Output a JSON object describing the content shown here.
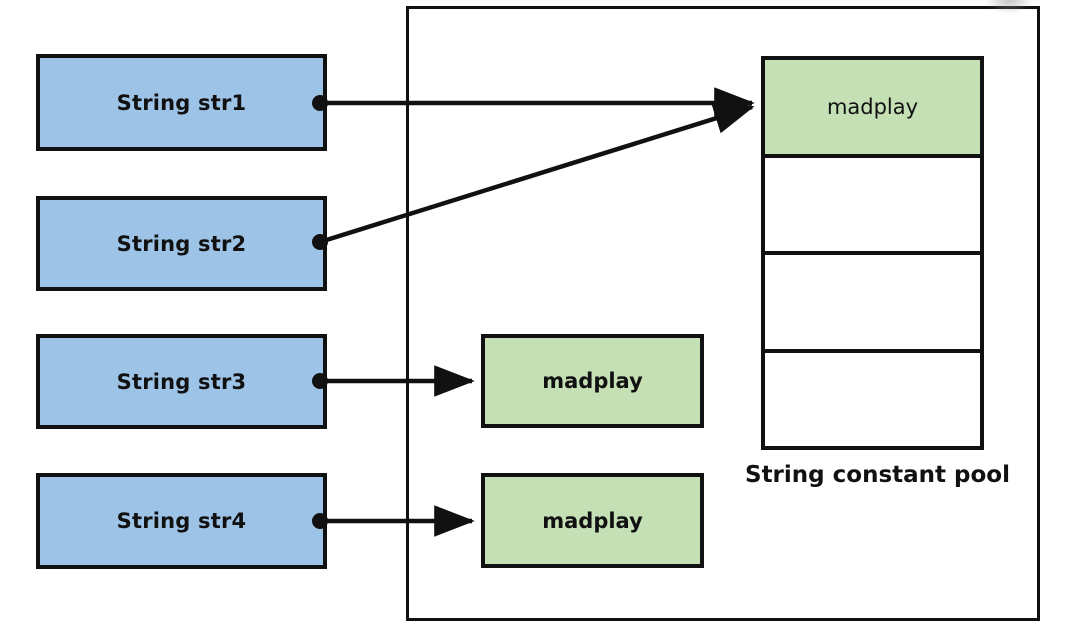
{
  "diagram": {
    "title_label": "String constant pool",
    "colors": {
      "variable_fill": "#9DC3E6",
      "object_fill": "#C5E0B4",
      "stroke": "#111111",
      "background": "#ffffff"
    },
    "variables": [
      {
        "label": "String str1",
        "target": "pool_slot_0"
      },
      {
        "label": "String str2",
        "target": "pool_slot_0"
      },
      {
        "label": "String str3",
        "target": "heap_object_1"
      },
      {
        "label": "String str4",
        "target": "heap_object_2"
      }
    ],
    "heap_objects": [
      {
        "label": "madplay"
      },
      {
        "label": "madplay"
      }
    ],
    "pool": {
      "label": "String constant pool",
      "slots": [
        {
          "label": "madplay",
          "filled": true
        },
        {
          "label": "",
          "filled": false
        },
        {
          "label": "",
          "filled": false
        },
        {
          "label": "",
          "filled": false
        }
      ]
    }
  }
}
